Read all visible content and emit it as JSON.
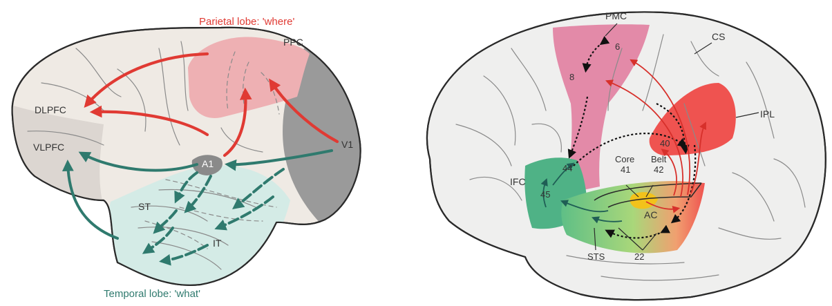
{
  "left_panel": {
    "parietal_title": "Parietal lobe: 'where'",
    "temporal_title": "Temporal lobe: 'what'",
    "labels": {
      "ppc": "PPC",
      "dlpfc": "DLPFC",
      "vlpfc": "VLPFC",
      "a1": "A1",
      "v1": "V1",
      "st": "ST",
      "it": "IT"
    }
  },
  "right_panel": {
    "labels": {
      "pmc": "PMC",
      "cs": "CS",
      "six": "6",
      "eight": "8",
      "ipl": "IPL",
      "forty": "40",
      "core": "Core",
      "core_num": "41",
      "belt": "Belt",
      "belt_num": "42",
      "ifc": "IFC",
      "fortyfour": "44",
      "fortyfive": "45",
      "ac": "AC",
      "sts": "STS",
      "twentytwo": "22"
    }
  },
  "colors": {
    "where_stream": "#e03a33",
    "what_stream": "#2f7a6e",
    "parietal_fill": "#eeb0b3",
    "temporal_fill": "#d4ebe6",
    "occipital_fill": "#9a9a9a",
    "premotor_fill": "#e38aa8",
    "ipl_fill": "#ef5350",
    "ifc_fill": "#4fb286",
    "core_fill": "#f2c21b"
  }
}
